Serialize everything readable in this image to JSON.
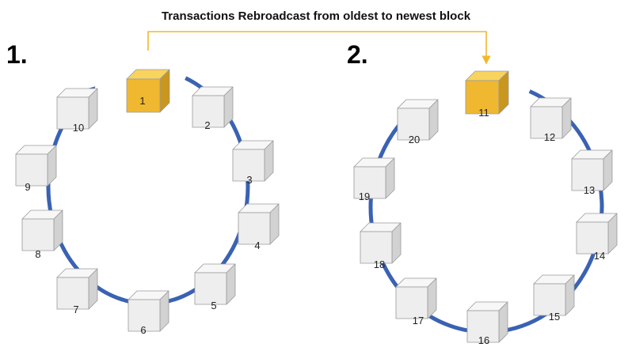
{
  "title": "Transactions Rebroadcast from oldest to newest block",
  "colors": {
    "arrow": "#3A62B3",
    "highlight": "#F0B830",
    "connector": "#F2B82C",
    "block_face": "#EEEEEE"
  },
  "rings": [
    {
      "label": "1.",
      "blocks": [
        {
          "label": "1",
          "highlight": true
        },
        {
          "label": "2",
          "highlight": false
        },
        {
          "label": "3",
          "highlight": false
        },
        {
          "label": "4",
          "highlight": false
        },
        {
          "label": "5",
          "highlight": false
        },
        {
          "label": "6",
          "highlight": false
        },
        {
          "label": "7",
          "highlight": false
        },
        {
          "label": "8",
          "highlight": false
        },
        {
          "label": "9",
          "highlight": false
        },
        {
          "label": "10",
          "highlight": false
        }
      ]
    },
    {
      "label": "2.",
      "blocks": [
        {
          "label": "11",
          "highlight": true
        },
        {
          "label": "12",
          "highlight": false
        },
        {
          "label": "13",
          "highlight": false
        },
        {
          "label": "14",
          "highlight": false
        },
        {
          "label": "15",
          "highlight": false
        },
        {
          "label": "16",
          "highlight": false
        },
        {
          "label": "17",
          "highlight": false
        },
        {
          "label": "18",
          "highlight": false
        },
        {
          "label": "19",
          "highlight": false
        },
        {
          "label": "20",
          "highlight": false
        }
      ]
    }
  ]
}
